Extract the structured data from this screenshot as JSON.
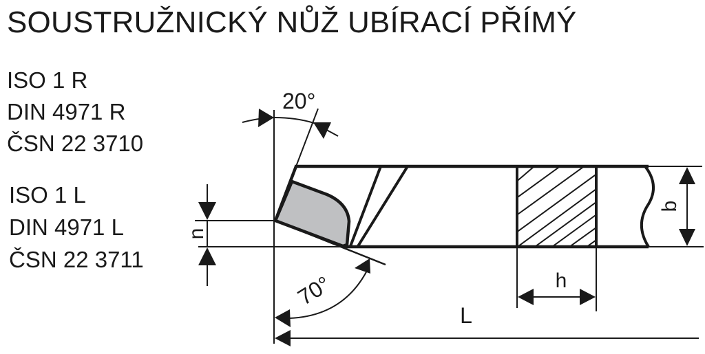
{
  "title": "SOUSTRUŽNICKÝ NŮŽ UBÍRACÍ PŘÍMÝ",
  "standards": {
    "right_hand": [
      "ISO 1 R",
      "DIN 4971 R",
      "ČSN 22 3710"
    ],
    "left_hand": [
      "ISO 1 L",
      "DIN 4971 L",
      "ČSN 22 3711"
    ]
  },
  "dimensions": {
    "angle_top": "20°",
    "angle_bottom": "70°",
    "n": "n",
    "b": "b",
    "h": "h",
    "L": "L"
  },
  "colors": {
    "line": "#1a1a1a",
    "insert_fill": "#bfc0c2",
    "background": "#ffffff"
  }
}
